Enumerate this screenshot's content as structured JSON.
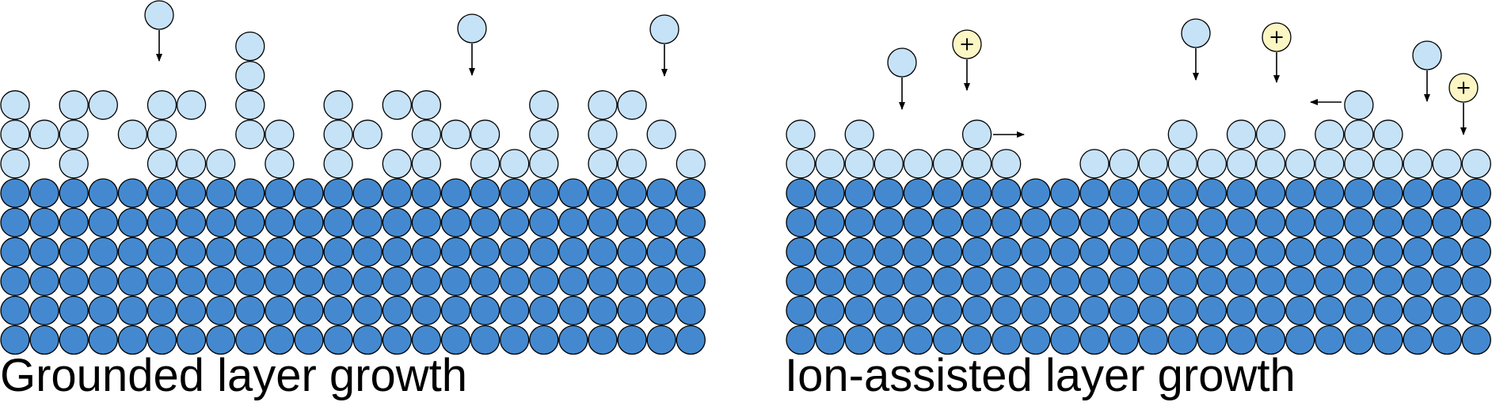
{
  "captions": {
    "left": "Grounded layer growth",
    "right": "Ion-assisted layer growth"
  },
  "colors": {
    "substrate_atom": "#4489cf",
    "deposited_atom": "#c6e2f7",
    "ion": "#fbf6c3",
    "outline": "#000000",
    "background": "#ffffff"
  },
  "icons": {
    "ion_symbol": "+",
    "arrow": "arrow-icon"
  },
  "panels": {
    "left": {
      "description_name": "grounded-growth",
      "substrate_rows": 6,
      "substrate_columns": 24
    },
    "right": {
      "description_name": "ion-assisted-growth",
      "substrate_rows": 6,
      "substrate_columns": 24
    }
  }
}
